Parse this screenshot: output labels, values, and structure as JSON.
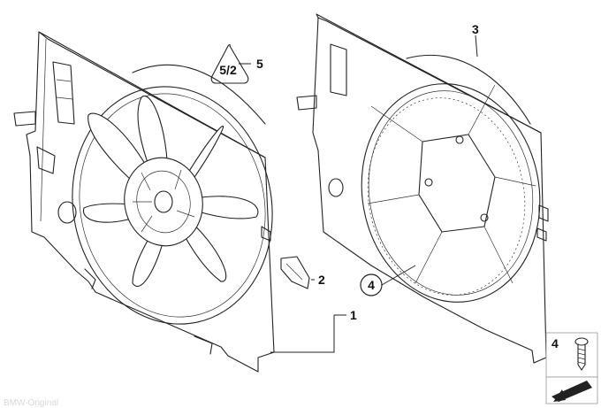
{
  "diagram": {
    "callouts": [
      {
        "id": "c1",
        "label": "1"
      },
      {
        "id": "c2",
        "label": "2"
      },
      {
        "id": "c3",
        "label": "3"
      },
      {
        "id": "c4a",
        "label": "4"
      },
      {
        "id": "c4b",
        "label": "4"
      },
      {
        "id": "c5",
        "label": "5"
      }
    ],
    "warning_symbol_text": "5/2",
    "watermark": "BMW-Original"
  },
  "colors": {
    "line": "#222222",
    "background": "#ffffff"
  }
}
